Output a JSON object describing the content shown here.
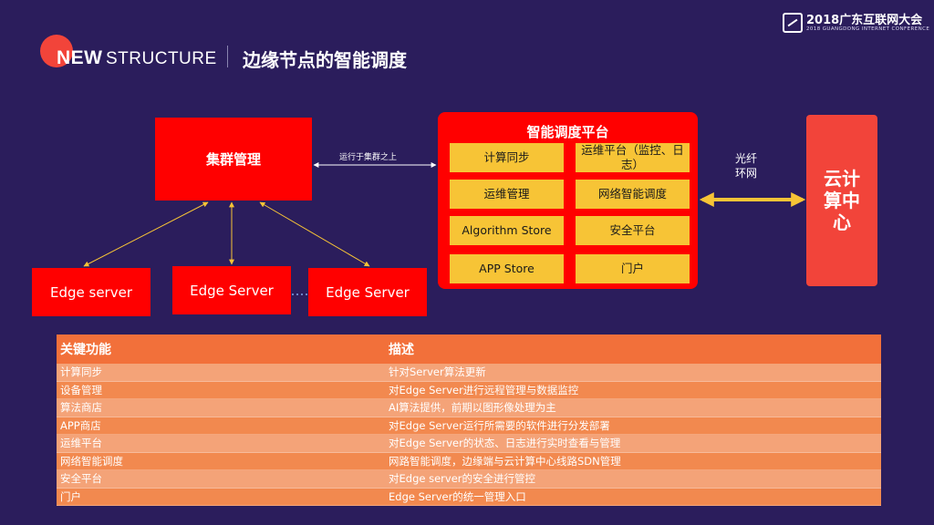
{
  "header": {
    "brand_new": "NEW",
    "brand_structure": "STRUCTURE",
    "title": "边缘节点的智能调度"
  },
  "logo": {
    "title": "2018广东互联网大会",
    "subtitle": "2018 GUANGDONG INTERNET CONFERENCE"
  },
  "diagram": {
    "cluster": "集群管理",
    "edge_servers": [
      "Edge server",
      "Edge Server",
      "Edge Server"
    ],
    "link_label": "运行于集群之上",
    "platform": {
      "title": "智能调度平台",
      "cells": [
        "计算同步",
        "运维平台（监控、日志）",
        "运维管理",
        "网络智能调度",
        "Algorithm Store",
        "安全平台",
        "APP Store",
        "门户"
      ]
    },
    "fiber_line1": "光纤",
    "fiber_line2": "环网",
    "cloud": "云计算中心",
    "colors": {
      "red": "#ff0000",
      "cell": "#f7c436",
      "arrow": "#f7c436",
      "cloud": "#f2443a"
    }
  },
  "table": {
    "headers": [
      "关键功能",
      "描述"
    ],
    "rows": [
      [
        "计算同步",
        "针对Server算法更新"
      ],
      [
        "设备管理",
        "对Edge Server进行远程管理与数据监控"
      ],
      [
        "算法商店",
        "AI算法提供，前期以图形像处理为主"
      ],
      [
        "APP商店",
        "对Edge Server运行所需要的软件进行分发部署"
      ],
      [
        "运维平台",
        "对Edge Server的状态、日志进行实时查看与管理"
      ],
      [
        "网络智能调度",
        "网路智能调度，边缘端与云计算中心线路SDN管理"
      ],
      [
        "安全平台",
        "对Edge server的安全进行管控"
      ],
      [
        "门户",
        "Edge Server的统一管理入口"
      ]
    ]
  }
}
